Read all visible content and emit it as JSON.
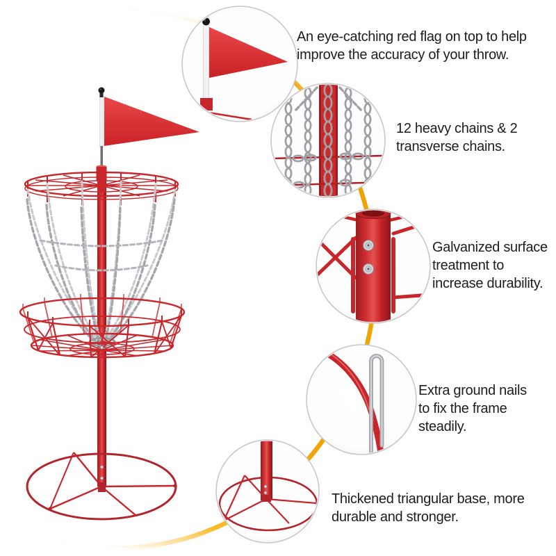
{
  "figure": {
    "type": "product-feature-infographic",
    "subject": "disc golf basket target with red flag, chains, pole and circular base"
  },
  "colors": {
    "product_red": "#C9262C",
    "flag_red": "#E23C3F",
    "arc_orange": "#F2A202",
    "chain_silver": "#A8A8AE",
    "text": "#1D1D1D",
    "bubble_border": "#C8C8C8",
    "background": "#FFFFFF"
  },
  "callouts": [
    {
      "id": "flag",
      "icon": "red-flag-closeup",
      "text": "An eye-catching red flag on top to help improve the accuracy of your throw.",
      "lines": [
        "An eye-catching red flag on top to help",
        "improve the accuracy of your throw."
      ]
    },
    {
      "id": "chains",
      "icon": "chains-closeup",
      "text": "12 heavy chains & 2 transverse chains.",
      "lines": [
        "12 heavy chains & 2",
        "transverse chains."
      ]
    },
    {
      "id": "galvanized",
      "icon": "pole-bolts-closeup",
      "text": "Galvanized surface treatment to increase durability.",
      "lines": [
        "Galvanized surface",
        "treatment to",
        "increase durability."
      ]
    },
    {
      "id": "ground-nails",
      "icon": "ground-nail-closeup",
      "text": "Extra ground nails to fix the frame steadily.",
      "lines": [
        "Extra ground nails",
        "to fix the frame",
        "steadily."
      ]
    },
    {
      "id": "base",
      "icon": "triangular-base-closeup",
      "text": "Thickened triangular base, more durable and stronger.",
      "lines": [
        "Thickened triangular base, more",
        "durable and stronger."
      ]
    }
  ]
}
